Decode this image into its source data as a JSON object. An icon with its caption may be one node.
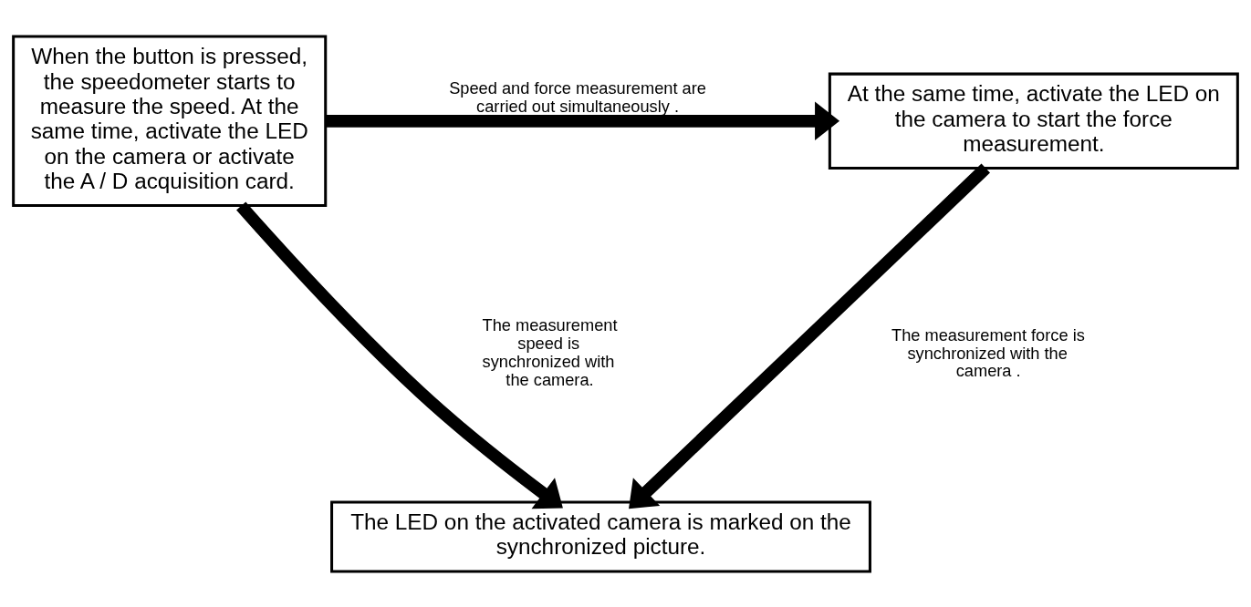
{
  "diagram": {
    "nodes": [
      {
        "text": [
          "When the button is pressed, the speedometer starts to measure the speed. At the same time, activate the LED on the camera or activate the A / D acquisition card."
        ]
      },
      {
        "text": [
          "At the same time, activate the LED on the camera to start the force measurement."
        ]
      },
      {
        "text": [
          "The LED on the activated camera is marked on the synchronized picture."
        ]
      }
    ],
    "edges": [
      {
        "from": 0,
        "to": 1,
        "arrow": "to",
        "label": "Speed and force measurement are carried out simultaneously ."
      },
      {
        "from": 0,
        "to": 2,
        "arrow": "to",
        "label": "The measurement speed is synchronized with the camera."
      },
      {
        "from": 1,
        "to": 2,
        "arrow": "to",
        "label": "The measurement force is synchronized with the camera ."
      }
    ]
  }
}
